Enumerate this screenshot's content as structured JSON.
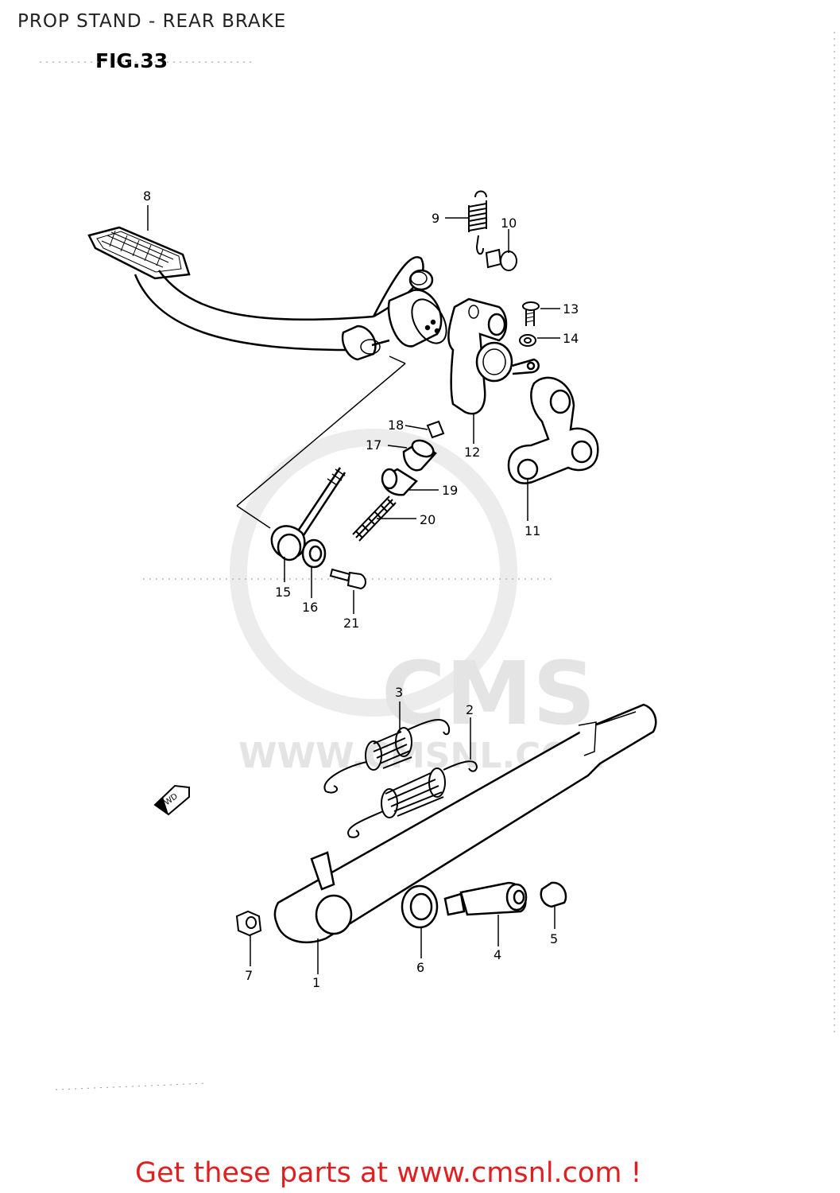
{
  "header": {
    "title": "PROP STAND - REAR BRAKE",
    "figure_label": "FIG.33"
  },
  "watermark": {
    "logo_text": "CMS",
    "url_text": "WWW.CMSNL.COM"
  },
  "direction_marker": "FWD",
  "parts": [
    {
      "id": "part-1",
      "number": "1"
    },
    {
      "id": "part-2",
      "number": "2"
    },
    {
      "id": "part-3",
      "number": "3"
    },
    {
      "id": "part-4",
      "number": "4"
    },
    {
      "id": "part-5",
      "number": "5"
    },
    {
      "id": "part-6",
      "number": "6"
    },
    {
      "id": "part-7",
      "number": "7"
    },
    {
      "id": "part-8",
      "number": "8"
    },
    {
      "id": "part-9",
      "number": "9"
    },
    {
      "id": "part-10",
      "number": "10"
    },
    {
      "id": "part-11",
      "number": "11"
    },
    {
      "id": "part-12",
      "number": "12"
    },
    {
      "id": "part-13",
      "number": "13"
    },
    {
      "id": "part-14",
      "number": "14"
    },
    {
      "id": "part-15",
      "number": "15"
    },
    {
      "id": "part-16",
      "number": "16"
    },
    {
      "id": "part-17",
      "number": "17"
    },
    {
      "id": "part-18",
      "number": "18"
    },
    {
      "id": "part-19",
      "number": "19"
    },
    {
      "id": "part-20",
      "number": "20"
    },
    {
      "id": "part-21",
      "number": "21"
    }
  ],
  "footer": {
    "link_text": "Get these parts at www.cmsnl.com !",
    "link_color": "#e02020"
  }
}
